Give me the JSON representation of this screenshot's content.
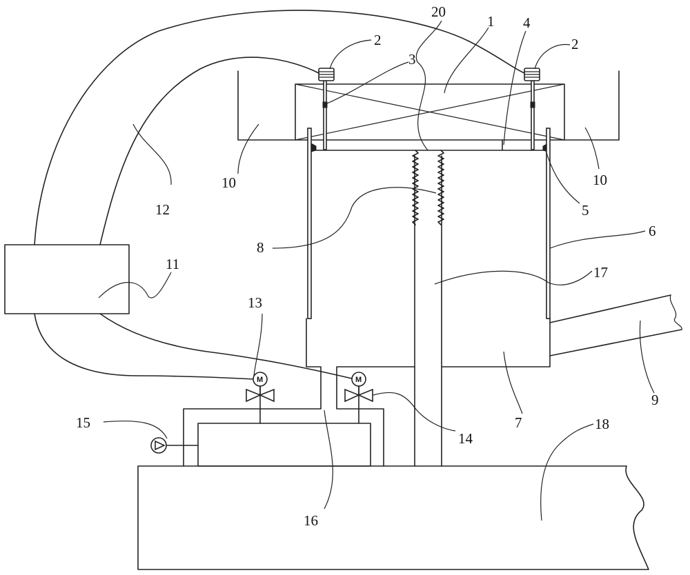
{
  "diagram": {
    "labels": {
      "l1": "1",
      "l2a": "2",
      "l2b": "2",
      "l3": "3",
      "l4": "4",
      "l5": "5",
      "l6": "6",
      "l7": "7",
      "l8": "8",
      "l9": "9",
      "l10a": "10",
      "l10b": "10",
      "l11": "11",
      "l12": "12",
      "l13": "13",
      "l14": "14",
      "l15": "15",
      "l16": "16",
      "l17": "17",
      "l18": "18",
      "l20": "20"
    },
    "motor_symbol": "M",
    "colors": {
      "stroke": "#222222",
      "background": "#ffffff"
    }
  }
}
